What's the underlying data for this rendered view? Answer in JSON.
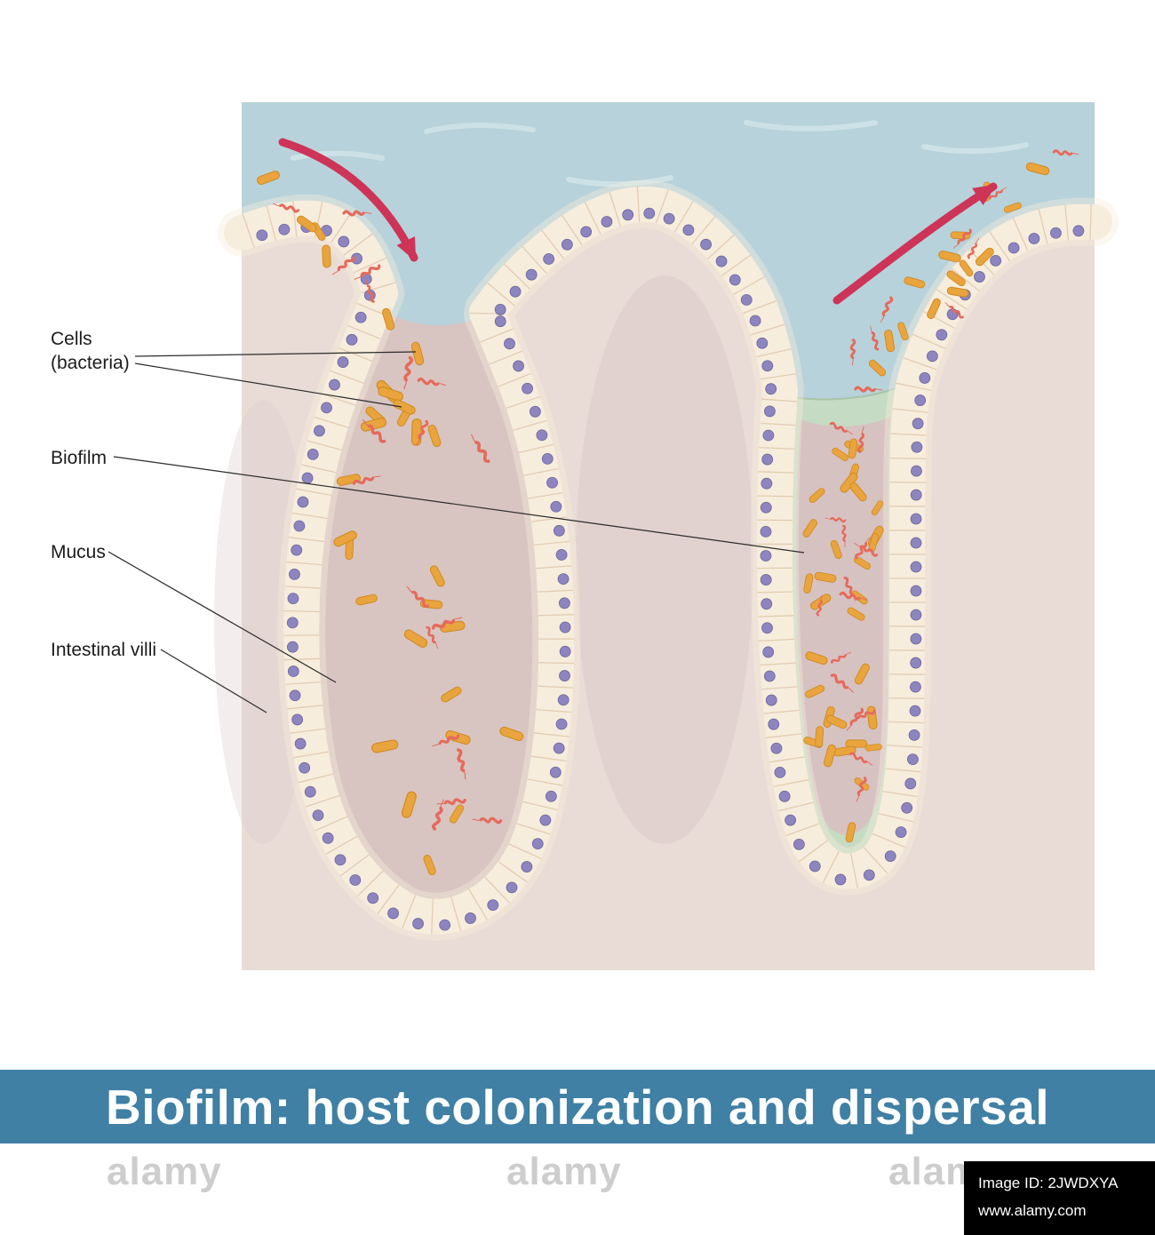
{
  "banner": {
    "title": "Biofilm: host colonization and dispersal"
  },
  "labels": {
    "cells_line1": "Cells",
    "cells_line2": "(bacteria)",
    "biofilm": "Biofilm",
    "mucus": "Mucus",
    "intestinal_villi": "Intestinal villi"
  },
  "watermark": {
    "text": "alamy"
  },
  "footer": {
    "image_id": "Image ID: 2JWDXYA",
    "website": "www.alamy.com"
  },
  "colors": {
    "banner_bg": "#3f80a4",
    "lumen": "#b7d2da",
    "wave": "#cfe3e8",
    "tissue": "#e9dcd6",
    "tissue_shade": "#dccbca",
    "mucus": "#d8c5c1",
    "biofilm": "#c5dbc4",
    "biofilm_edge": "#a8c4a6",
    "crypt_core": "#d6c2c1",
    "cell_band": "#f7eddc",
    "cell_edge": "#e2ccb4",
    "nucleus": "#8d85bf",
    "nucleus_edge": "#6d659c",
    "rod": "#e9a43e",
    "rod_edge": "#cf8a22",
    "spiral": "#e56a5c",
    "arrow": "#cd3458",
    "leader": "#2b2b2b",
    "label_text": "#1c1c1c",
    "watermark": "#a6a6a6"
  }
}
